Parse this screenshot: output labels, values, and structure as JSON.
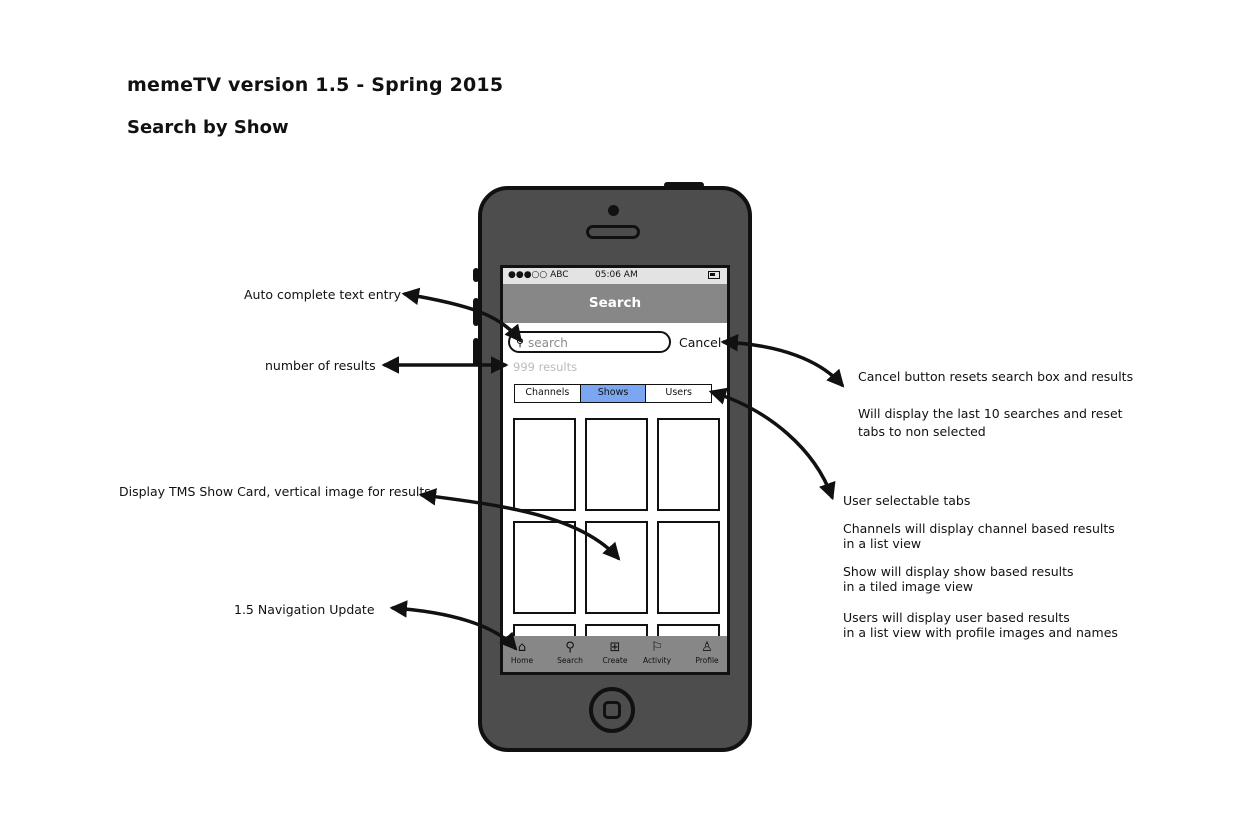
{
  "header": {
    "title": "memeTV version 1.5 - Spring 2015",
    "subtitle": "Search by Show"
  },
  "annotations": {
    "autocomplete": "Auto complete text entry",
    "results_count": "number of results",
    "show_card": "Display TMS Show Card, vertical image for results",
    "navigation": "1.5 Navigation Update",
    "cancel_1": "Cancel button resets search box and results",
    "cancel_2a": "Will display the last 10 searches and reset",
    "cancel_2b": "tabs to non selected",
    "tabs_title": "User selectable tabs",
    "tabs_channels_a": "Channels will display channel based results",
    "tabs_channels_b": "in a list view",
    "tabs_shows_a": "Show will display show based results",
    "tabs_shows_b": "in a tiled image view",
    "tabs_users_a": "Users will display user based results",
    "tabs_users_b": "in a list view with profile images and names"
  },
  "phone": {
    "status": {
      "carrier": "●●●○○ ABC",
      "time": "05:06 AM"
    },
    "nav_title": "Search",
    "search": {
      "placeholder": "search",
      "value": ""
    },
    "cancel_label": "Cancel",
    "results_label": "999 results",
    "tabs": [
      {
        "label": "Channels",
        "selected": false
      },
      {
        "label": "Shows",
        "selected": true
      },
      {
        "label": "Users",
        "selected": false
      }
    ],
    "tabbar": [
      {
        "label": "Home",
        "icon": "home-icon",
        "glyph": "⌂"
      },
      {
        "label": "Search",
        "icon": "search-icon",
        "glyph": "⚲"
      },
      {
        "label": "Create",
        "icon": "plus-square-icon",
        "glyph": "⊞"
      },
      {
        "label": "Activity",
        "icon": "flag-icon",
        "glyph": "⚐"
      },
      {
        "label": "Profile",
        "icon": "profile-icon",
        "glyph": "♙"
      }
    ]
  },
  "colors": {
    "selected_tab": "#7aa6f2",
    "phone_body": "#4d4d4d",
    "nav_bar": "#878787"
  }
}
